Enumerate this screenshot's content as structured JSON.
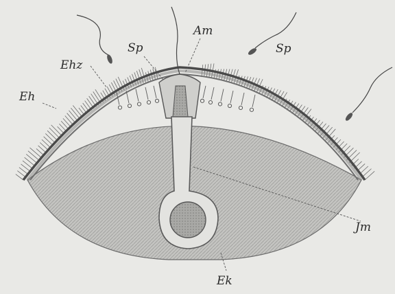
{
  "labels": {
    "am": "Am",
    "sp_left": "Sp",
    "sp_right": "Sp",
    "ehz": "Ehz",
    "eh": "Eh",
    "jm": "Jm",
    "ek": "Ek"
  },
  "colors": {
    "background": "#e9e9e6",
    "ink": "#3a3a3a",
    "yolk": "#b9b9b6",
    "membrane": "#6a6a6a",
    "nucleus": "#8c8c8a"
  }
}
